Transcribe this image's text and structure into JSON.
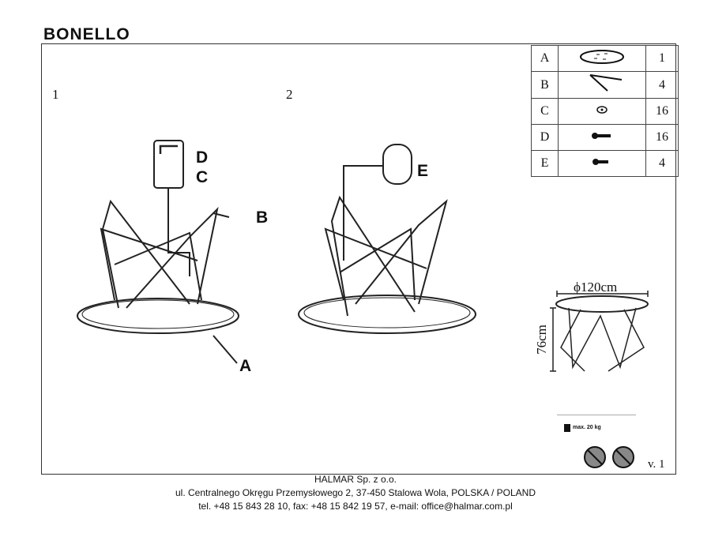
{
  "title": "BONELLO",
  "steps": [
    "1",
    "2"
  ],
  "parts": [
    {
      "letter": "A",
      "icon": "table-top-icon",
      "qty": "1"
    },
    {
      "letter": "B",
      "icon": "leg-icon",
      "qty": "4"
    },
    {
      "letter": "C",
      "icon": "washer-icon",
      "qty": "16"
    },
    {
      "letter": "D",
      "icon": "bolt-icon",
      "qty": "16"
    },
    {
      "letter": "E",
      "icon": "bolt-icon",
      "qty": "4"
    }
  ],
  "labels": {
    "a": "A",
    "b": "B",
    "c": "C",
    "d": "D",
    "e": "E"
  },
  "dimensions": {
    "diameter": "ϕ120cm",
    "height": "76cm"
  },
  "weight": "max.  20 kg",
  "version": "v. 1",
  "footer": [
    "HALMAR Sp. z o.o.",
    "ul. Centralnego Okręgu Przemysłowego 2, 37-450 Stalowa Wola, POLSKA / POLAND",
    "tel. +48 15 843 28 10, fax: +48 15 842 19 57, e-mail: office@halmar.com.pl"
  ]
}
